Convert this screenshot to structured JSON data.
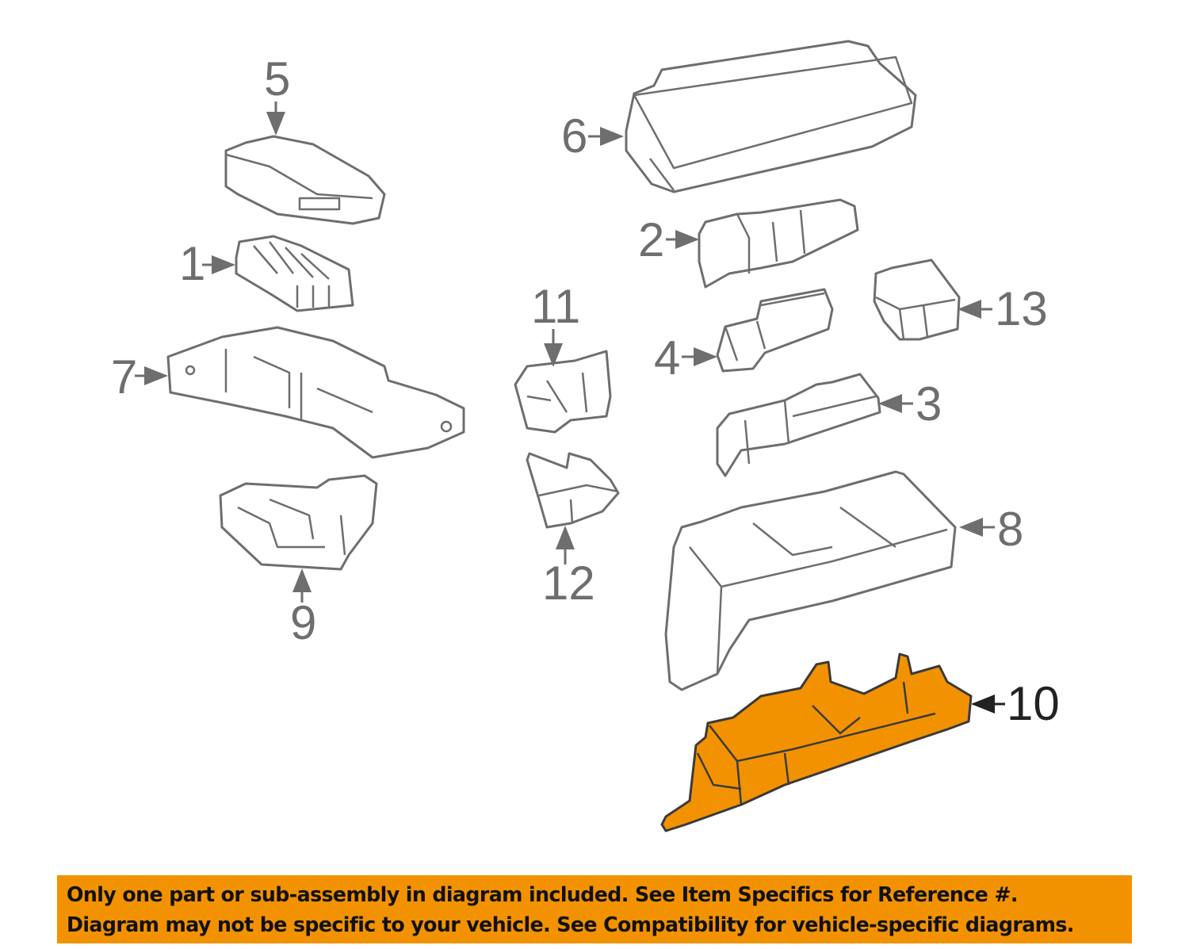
{
  "callouts": {
    "c1": "1",
    "c2": "2",
    "c3": "3",
    "c4": "4",
    "c5": "5",
    "c6": "6",
    "c7": "7",
    "c8": "8",
    "c9": "9",
    "c10": "10",
    "c11": "11",
    "c12": "12",
    "c13": "13"
  },
  "highlighted_part": "10",
  "colors": {
    "highlight": "#f39200",
    "banner": "#f39200",
    "line": "#6e6e6e"
  },
  "banner": {
    "line1": "Only one part or sub-assembly in diagram included. See Item Specifics for Reference #.",
    "line2": "Diagram may not be specific to your vehicle. See Compatibility for vehicle-specific diagrams."
  }
}
